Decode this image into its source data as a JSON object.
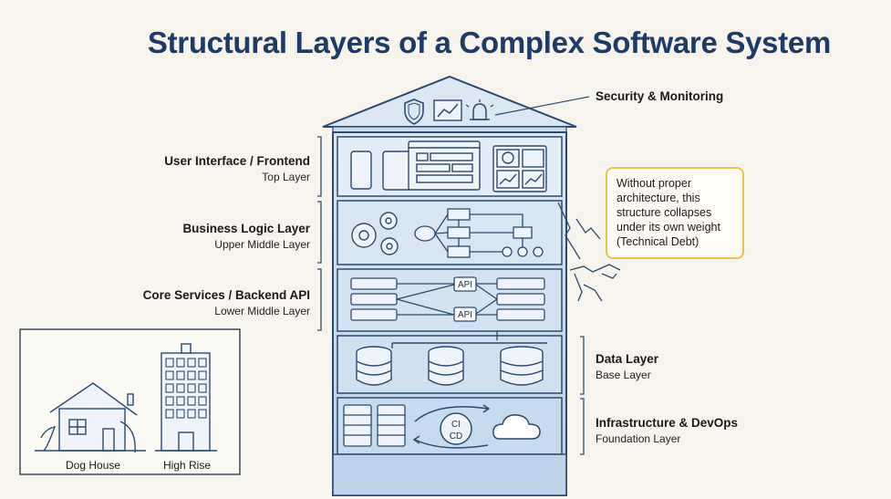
{
  "title": "Structural Layers of a Complex Software System",
  "roof": {
    "label": "Security & Monitoring",
    "icons": [
      "shield-icon",
      "line-chart-icon",
      "alarm-bell-icon"
    ]
  },
  "layers": [
    {
      "id": "ui",
      "name": "User Interface / Frontend",
      "sub": "Top Layer"
    },
    {
      "id": "logic",
      "name": "Business Logic Layer",
      "sub": "Upper Middle Layer"
    },
    {
      "id": "core",
      "name": "Core Services / Backend API",
      "sub": "Lower Middle Layer",
      "api_labels": [
        "API",
        "API"
      ]
    },
    {
      "id": "data",
      "name": "Data Layer",
      "sub": "Base Layer"
    },
    {
      "id": "infra",
      "name": "Infrastructure & DevOps",
      "sub": "Foundation Layer",
      "cicd_top": "CI",
      "cicd_bottom": "CD"
    }
  ],
  "note": "Without proper architecture, this structure collapses under its own weight (Technical Debt)",
  "comparison": {
    "left": "Dog House",
    "right": "High Rise"
  },
  "colors": {
    "title": "#1c3b66",
    "stroke": "#2b4a6f",
    "building_fill": "#cfe0f0",
    "layer_fill": "#dde9f5",
    "note_border": "#e9c547"
  }
}
